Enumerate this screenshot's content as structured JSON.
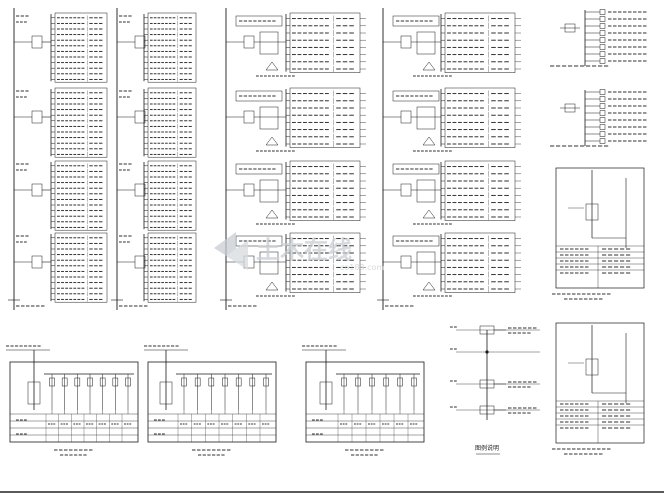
{
  "drawing": {
    "legend_title": "图例说明",
    "watermark_text": "土木在线",
    "watermark_sub": "co188.com"
  },
  "colors": {
    "ink": "#1a1a1a",
    "paper": "#ffffff",
    "watermark": "#c9ced3",
    "border": "#222222"
  },
  "columns": [
    {
      "id": "col-a",
      "panels": 4,
      "feeders": 12
    },
    {
      "id": "col-b",
      "panels": 4,
      "feeders": 12
    },
    {
      "id": "col-c",
      "panels": 4,
      "feeders": 8
    },
    {
      "id": "col-d",
      "panels": 4,
      "feeders": 8
    }
  ],
  "side_panels": [
    {
      "id": "side-top",
      "feeders": 8
    },
    {
      "id": "side-mid",
      "feeders": 8
    }
  ],
  "bottom_panels": [
    {
      "id": "bottom-1",
      "circuits": 7
    },
    {
      "id": "bottom-2",
      "circuits": 7
    },
    {
      "id": "bottom-3",
      "circuits": 6
    }
  ],
  "control_panels": [
    {
      "id": "control-1",
      "rows": 10
    },
    {
      "id": "control-2",
      "rows": 10
    }
  ],
  "legend_items": 4
}
